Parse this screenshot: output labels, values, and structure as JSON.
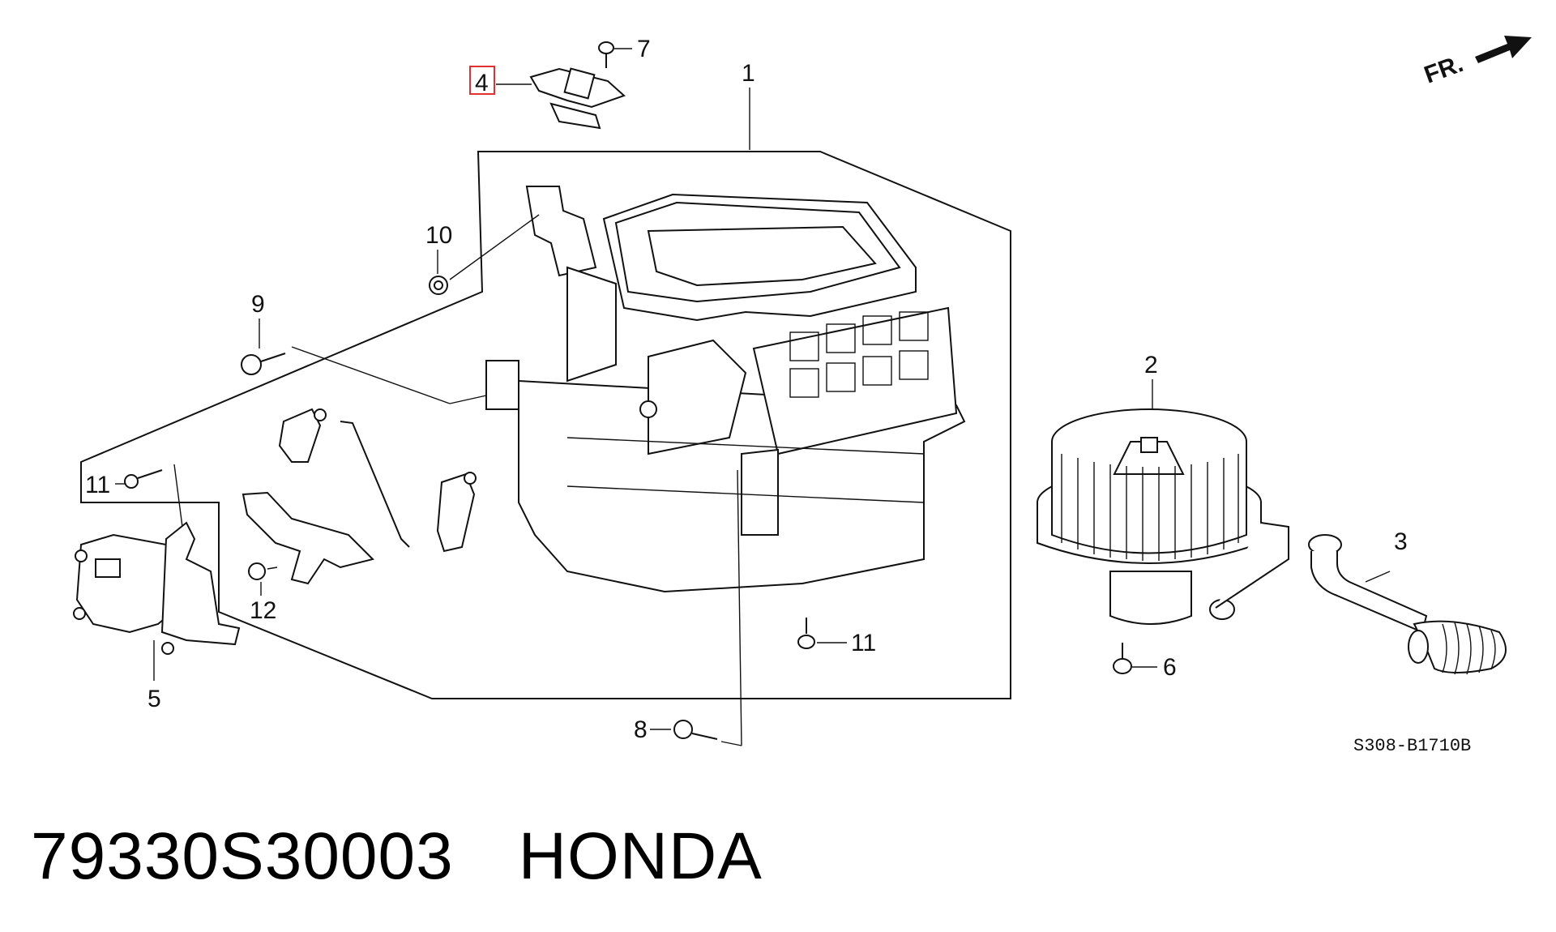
{
  "diagram": {
    "callouts": {
      "c1": "1",
      "c2": "2",
      "c3": "3",
      "c4": "4",
      "c5": "5",
      "c6": "6",
      "c7": "7",
      "c8": "8",
      "c9": "9",
      "c10": "10",
      "c11a": "11",
      "c11b": "11",
      "c12": "12"
    },
    "direction_label": "FR.",
    "diagram_code": "S308-B1710B",
    "highlighted_callout": "4",
    "highlight_color": "#e03030"
  },
  "footer": {
    "part_number": "79330S30003",
    "brand": "HONDA"
  }
}
